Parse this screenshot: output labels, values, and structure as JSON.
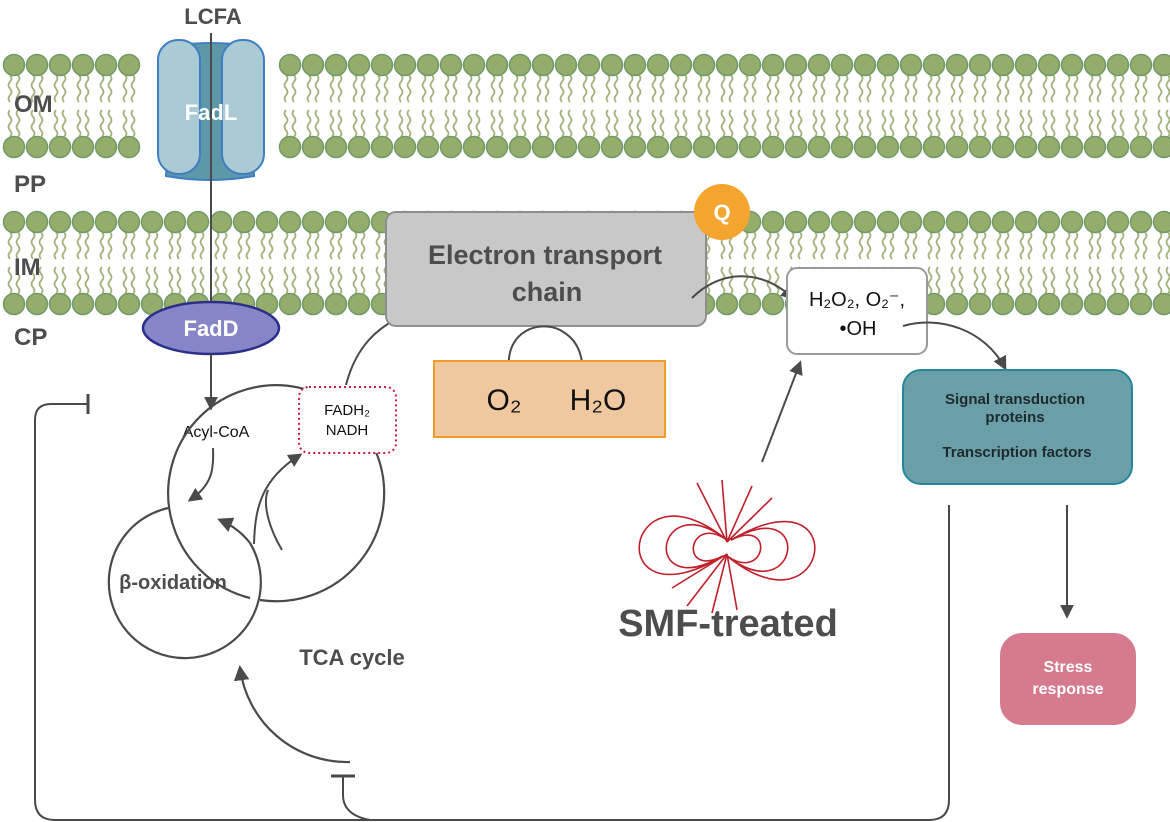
{
  "colors": {
    "lipid_head": "#95ad6a",
    "lipid_head_stroke": "#6f9a68",
    "lipid_tail": "#a3b27a",
    "arrow": "#4a4a4a",
    "fadl_outer": "#aacbd6",
    "fadl_inner": "#5d98a8",
    "fadl_stroke": "#3f7fc1",
    "fadd_fill": "#8585c7",
    "fadd_stroke": "#2c2f8a",
    "etc_fill": "#c8c8c8",
    "etc_stroke": "#8e8e8e",
    "q_fill": "#f3a530",
    "o2_box_fill": "#f0c8a0",
    "o2_box_stroke": "#f09a2a",
    "fadh_box_stroke": "#c81e3c",
    "signal_fill": "#6b9fa8",
    "signal_stroke": "#25879a",
    "stress_fill": "#d67a8e",
    "smf_field": "#c0202a",
    "label_gray": "#4d4d4d"
  },
  "membrane_labels": {
    "outer": "OM",
    "periplasm": "PP",
    "inner": "IM",
    "cytoplasm": "CP"
  },
  "nodes": {
    "lcfa": "LCFA",
    "fadl": "FadL",
    "fadd": "FadD",
    "acyl_coa": "Acyl-CoA",
    "fadh2": "FADH₂",
    "nadh": "NADH",
    "etc_line1": "Electron transport",
    "etc_line2": "chain",
    "q": "Q",
    "o2": "O₂",
    "h2o": "H₂O",
    "ros_line1": "H₂O₂, O₂⁻,",
    "ros_line2": "•OH",
    "signal_line1": "Signal transduction",
    "signal_line2": "proteins",
    "signal_line3": "Transcription factors",
    "stress_line1": "Stress",
    "stress_line2": "response",
    "beta_oxidation": "β-oxidation",
    "tca": "TCA cycle",
    "smf": "SMF-treated"
  }
}
